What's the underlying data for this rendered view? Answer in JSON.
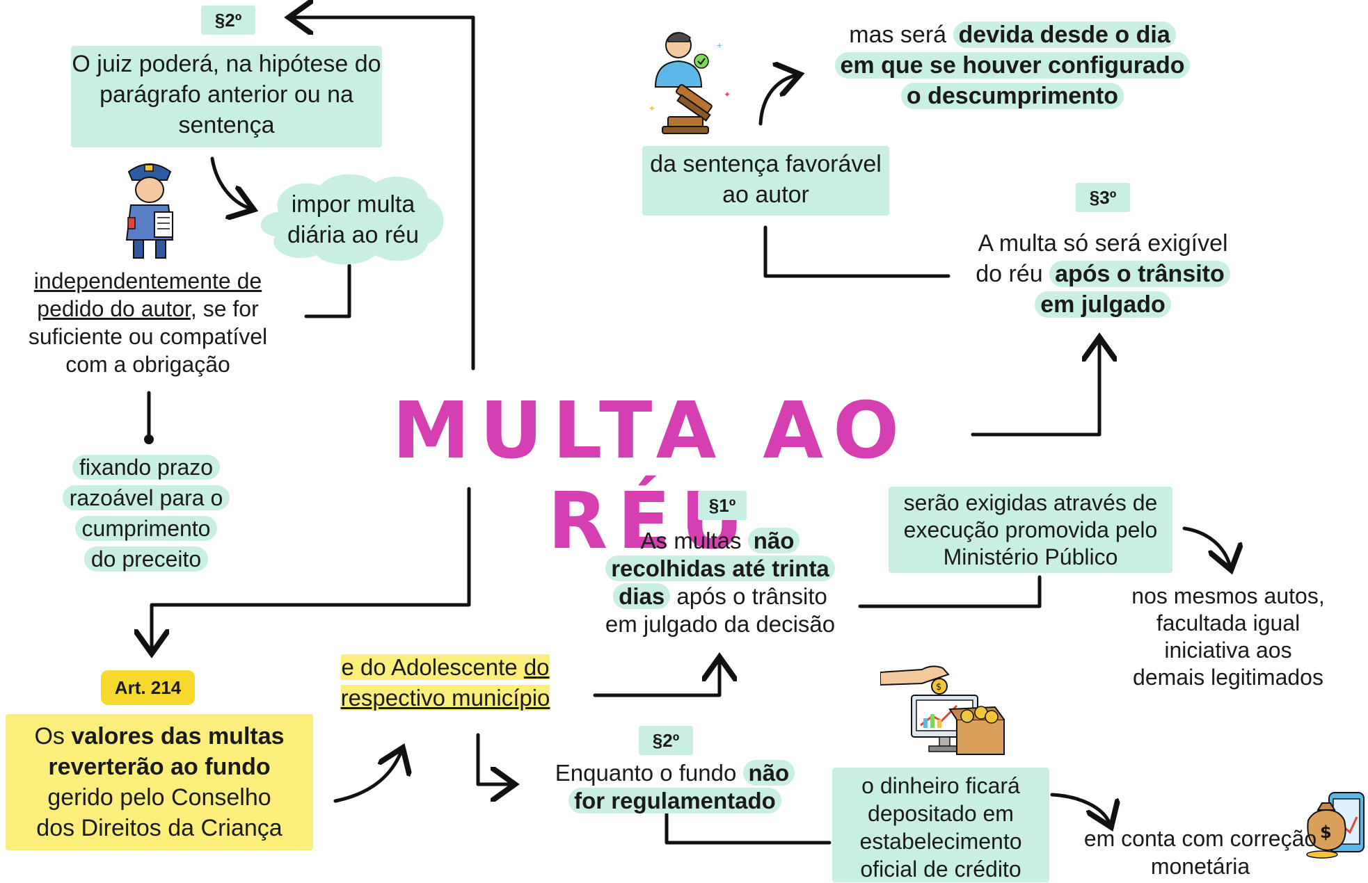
{
  "title": "MULTA AO RÉU",
  "tags": {
    "p2_top": "§2º",
    "p3": "§3º",
    "p1": "§1º",
    "p2_bottom": "§2º",
    "art214": "Art. 214"
  },
  "top_left": {
    "juiz": "O juiz poderá, na hipótese do parágrafo anterior ou na sentença",
    "impor": "impor multa diária ao réu",
    "indep_u1": "independentemente de",
    "indep_u2": "pedido do autor",
    "indep_rest1": ", se for",
    "indep_rest2": "suficiente ou compatível",
    "indep_rest3": "com a obrigação",
    "prazo_1": "fixando prazo",
    "prazo_2": "razoável para o",
    "prazo_3": "cumprimento",
    "prazo_4": "do preceito"
  },
  "top_right": {
    "mas_pre": "mas será ",
    "mas_b1": "devida desde o dia",
    "mas_b2": "em que se houver configurado",
    "mas_b3": "o descumprimento",
    "sentenca": "da sentença favorável ao autor",
    "exig_1": "A multa só será exigível",
    "exig_2a": "do réu ",
    "exig_2b": "após o trânsito",
    "exig_3": "em julgado"
  },
  "middle_right": {
    "as_multas": "As multas ",
    "nao": "não",
    "recolhidas": "recolhidas até trinta",
    "dias": "dias",
    "apos": " após o trânsito",
    "julgado": "em julgado da decisão",
    "exigidas": "serão exigidas através de execução promovida pelo Ministério Público",
    "mesmos": "nos mesmos autos, facultada igual iniciativa aos demais legitimados"
  },
  "bottom": {
    "os": "Os ",
    "valores": "valores das multas",
    "reverterao": "reverterão ao fundo",
    "gerido": "gerido pelo Conselho",
    "direitos": "dos Direitos da Criança",
    "adolescente_a": "e do Adolescente ",
    "adolescente_b": "do",
    "municipio": "respectivo município",
    "enquanto_a": "Enquanto o fundo ",
    "enquanto_b": "não",
    "regulamentado": "for regulamentado",
    "dinheiro": "o dinheiro ficará depositado em estabelecimento oficial de crédito",
    "conta": "em conta com correção monetária"
  },
  "colors": {
    "teal": "#c9eee4",
    "yellow": "#fbee7a",
    "tag_yellow": "#f7d92e",
    "title_pink": "#d63fb1",
    "line": "#111111"
  },
  "icons": [
    "policeman-icon",
    "judge-gavel-icon",
    "money-hand-icon",
    "money-bag-phone-icon"
  ]
}
